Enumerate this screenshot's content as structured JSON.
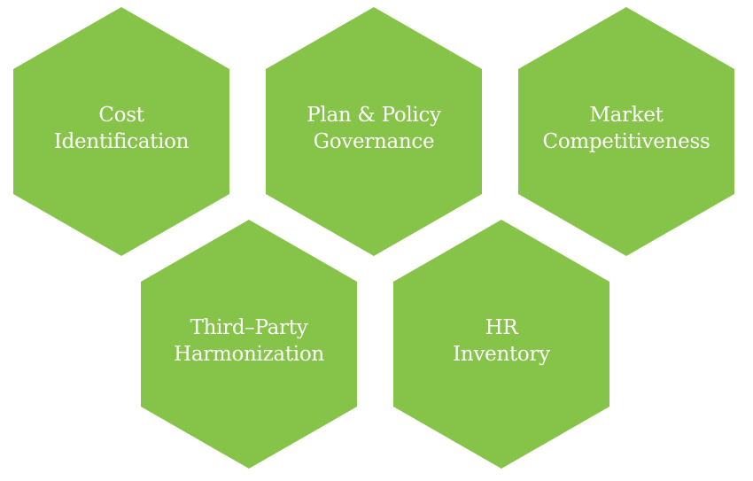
{
  "colors": {
    "hexagon_fill": "#86C449",
    "label_text": "#FFFFFF",
    "background": "#FFFFFF"
  },
  "hexagons": [
    {
      "lines": [
        "Cost",
        "Identification"
      ]
    },
    {
      "lines": [
        "Plan & Policy",
        "Governance"
      ]
    },
    {
      "lines": [
        "Market",
        "Competitiveness"
      ]
    },
    {
      "lines": [
        "Third–Party",
        "Harmonization"
      ]
    },
    {
      "lines": [
        "HR",
        "Inventory"
      ]
    }
  ]
}
